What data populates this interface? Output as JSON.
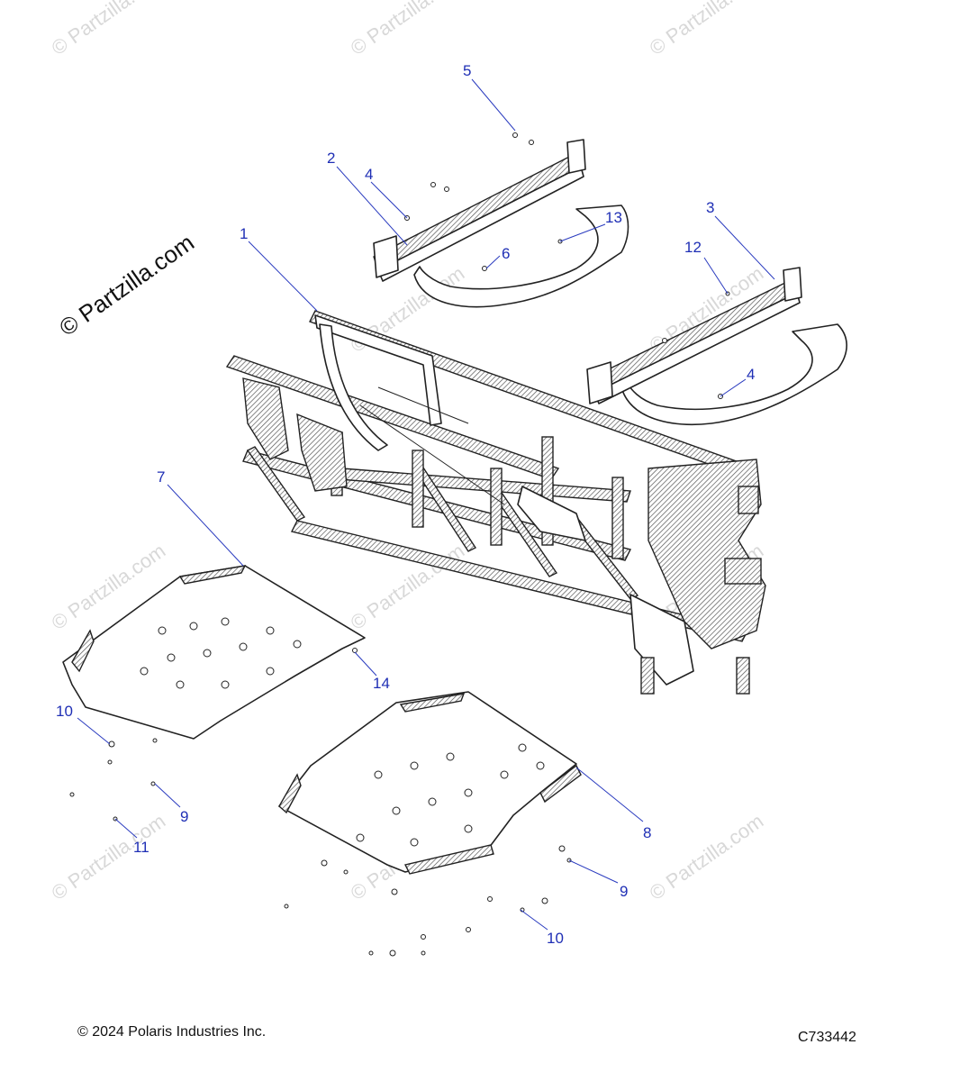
{
  "brand_watermark": "© Partzilla.com",
  "tile_watermark": "© Partzilla.com",
  "copyright": "© 2024 Polaris Industries Inc.",
  "drawing_number": "C733442",
  "callouts": [
    "1",
    "2",
    "3",
    "4",
    "4",
    "5",
    "6",
    "7",
    "8",
    "9",
    "9",
    "10",
    "10",
    "11",
    "12",
    "13",
    "14"
  ]
}
